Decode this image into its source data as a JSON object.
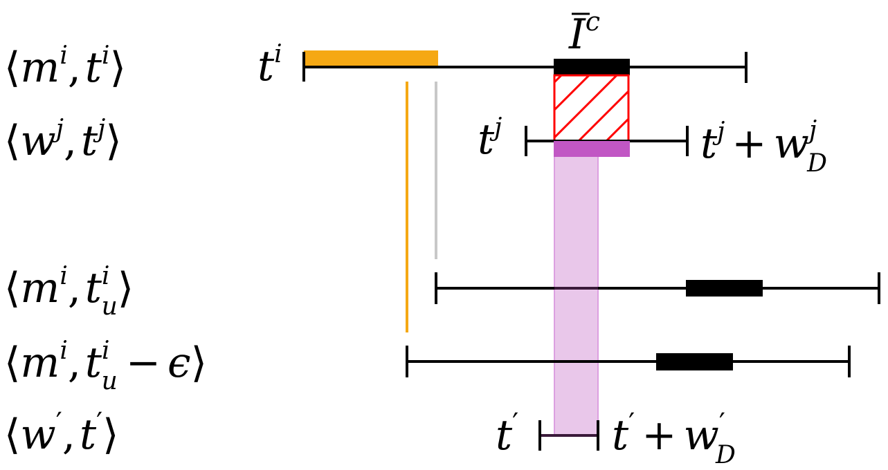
{
  "rows": {
    "row1": {
      "ang_l": "⟨",
      "m": "m",
      "sup": "i",
      "comma": ",",
      "t": "t",
      "tsup": "i",
      "ang_r": "⟩"
    },
    "row2": {
      "ang_l": "⟨",
      "w": "w",
      "sup": "j",
      "comma": ",",
      "t": "t",
      "tsup": "j",
      "ang_r": "⟩"
    },
    "row3": {
      "ang_l": "⟨",
      "m": "m",
      "sup": "i",
      "comma": ",",
      "t": "t",
      "tsup": "i",
      "tsub": "u",
      "ang_r": "⟩"
    },
    "row4": {
      "ang_l": "⟨",
      "m": "m",
      "sup": "i",
      "comma": ",",
      "t": "t",
      "tsup": "i",
      "tsub": "u",
      "minus": "−",
      "eps": "ϵ",
      "ang_r": "⟩"
    },
    "row5": {
      "ang_l": "⟨",
      "w": "w",
      "prime": "′",
      "comma": ",",
      "t": "t",
      "tprime": "′",
      "ang_r": "⟩"
    }
  },
  "annotations": {
    "ti": {
      "t": "t",
      "sup": "i"
    },
    "ic": {
      "base": "I",
      "sup": "c"
    },
    "tj": {
      "t": "t",
      "sup": "j"
    },
    "tj_end": {
      "t": "t",
      "sup": "j",
      "plus": "+",
      "w": "w",
      "wsup": "j",
      "wsub": "D"
    },
    "tp": {
      "t": "t",
      "prime": "′"
    },
    "tp_end": {
      "t": "t",
      "prime": "′",
      "plus": "+",
      "w": "w",
      "wprime": "′",
      "wsub": "D"
    }
  },
  "colors": {
    "orange": "#f5a814",
    "black": "#000000",
    "red": "#ff0000",
    "purple": "#c157c4",
    "purple_fill": "#e9c7ea",
    "gray": "#c8c8c8"
  }
}
